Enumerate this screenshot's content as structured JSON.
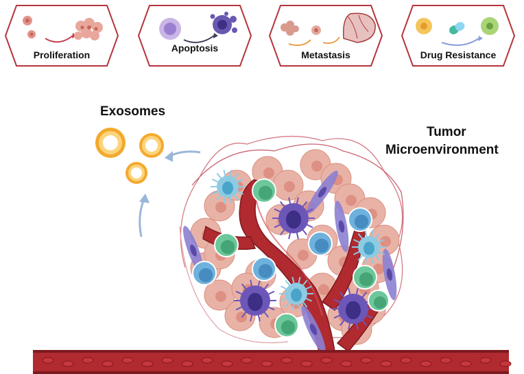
{
  "panels": [
    {
      "label": "Proliferation"
    },
    {
      "label": "Apoptosis"
    },
    {
      "label": "Metastasis"
    },
    {
      "label": "Drug Resistance"
    }
  ],
  "labels": {
    "exosomes": "Exosomes",
    "tumor_line1": "Tumor",
    "tumor_line2": "Microenvironment"
  },
  "colors": {
    "panel_border": "#b5343c",
    "vessel": "#b02a30",
    "vessel_dark": "#7d1a1f",
    "exosome": "#f3a92e",
    "tumor_cell": "#e8b3a6",
    "t_cell": "#6c57b8",
    "b_cell": "#6fb1dd",
    "nk_cell": "#6cc79b",
    "dendritic_cell": "#4aa3c9",
    "arrow": "#9bb6d8"
  }
}
